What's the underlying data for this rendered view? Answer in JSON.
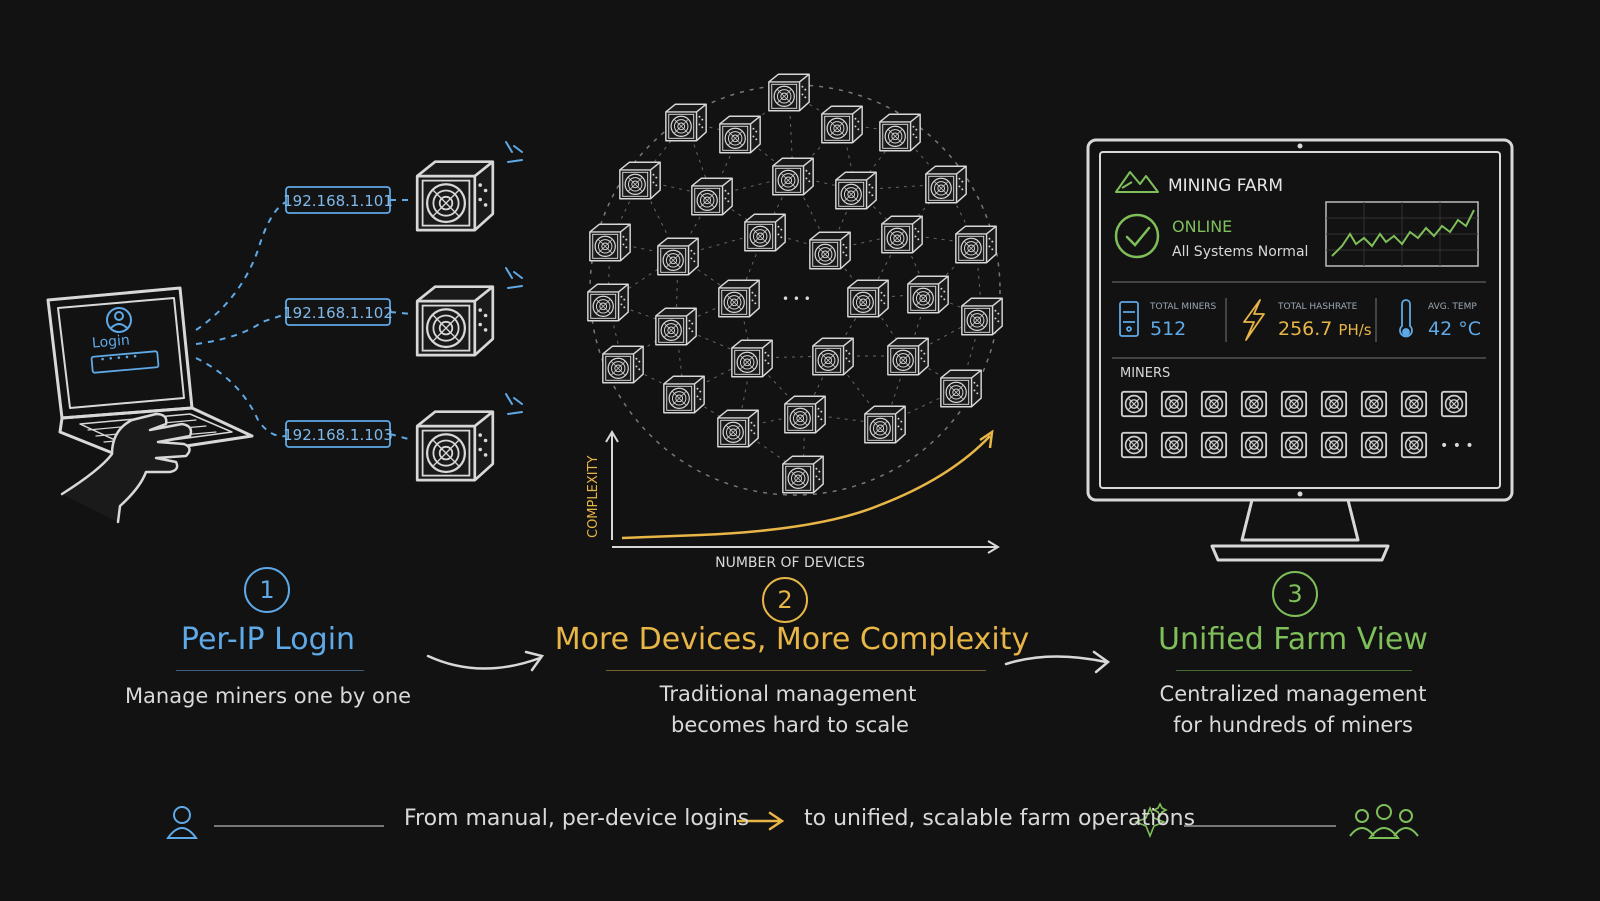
{
  "colors": {
    "background": "#121212",
    "blue": "#5ea9e6",
    "amber": "#e8b547",
    "green": "#7fbf5a",
    "chalk": "#d8d8d8"
  },
  "step1": {
    "number": "1",
    "title": "Per-IP Login",
    "subtitle": "Manage miners one by one",
    "login_label": "Login",
    "password_mask": "• • • • •",
    "ips": [
      "192.168.1.101",
      "192.168.1.102",
      "192.168.1.103"
    ]
  },
  "step2": {
    "number": "2",
    "title": "More Devices, More Complexity",
    "subtitle_line1": "Traditional management",
    "subtitle_line2": "becomes hard to scale",
    "y_axis_label": "COMPLEXITY",
    "x_axis_label": "NUMBER OF DEVICES",
    "ellipsis": "• • •"
  },
  "step3": {
    "number": "3",
    "title": "Unified Farm View",
    "subtitle_line1": "Centralized management",
    "subtitle_line2": "for hundreds of miners",
    "dashboard": {
      "app_title": "MINING FARM",
      "status": "ONLINE",
      "status_detail": "All Systems Normal",
      "total_miners_label": "TOTAL MINERS",
      "total_miners_value": "512",
      "hashrate_label": "TOTAL HASHRATE",
      "hashrate_value": "256.7",
      "hashrate_unit": "PH/s",
      "temp_label": "AVG. TEMP",
      "temp_value": "42 °C",
      "miners_label": "MINERS",
      "miners_more": "• • •"
    }
  },
  "footer": {
    "left_text": "From manual, per-device logins",
    "right_text": "to unified, scalable farm operations"
  }
}
